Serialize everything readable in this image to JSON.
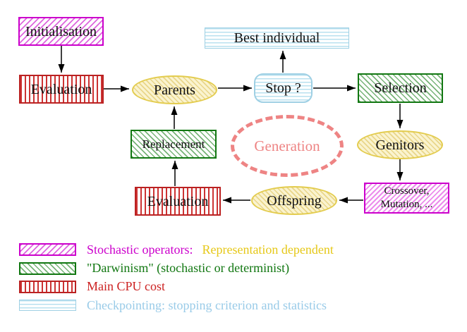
{
  "diagram": {
    "nodes": {
      "initialisation": {
        "label": "Initialisation"
      },
      "evaluation_top": {
        "label": "Evaluation"
      },
      "parents": {
        "label": "Parents"
      },
      "stop": {
        "label": "Stop ?"
      },
      "best_individual": {
        "label": "Best individual"
      },
      "selection": {
        "label": "Selection"
      },
      "genitors": {
        "label": "Genitors"
      },
      "crossover": {
        "label_line1": "Crossover,",
        "label_line2": "Mutation, ..."
      },
      "offspring": {
        "label": "Offspring"
      },
      "evaluation_bottom": {
        "label": "Evaluation"
      },
      "replacement": {
        "label": "Replacement"
      },
      "generation": {
        "label": "Generation"
      }
    },
    "colors": {
      "magenta": "#cc00cc",
      "red": "#bb2222",
      "green": "#117711",
      "cyan": "#9fd0e4",
      "yellow": "#e3cc4e",
      "salmon": "#ee8484",
      "gold": "#e6c818",
      "black": "#111111"
    }
  },
  "legend": {
    "items": [
      {
        "swatch": "magenta-diagonal-hatch",
        "label": "Stochastic operators:",
        "label2": "Representation dependent"
      },
      {
        "swatch": "green-diagonal-hatch",
        "label": "\"Darwinism\" (stochastic or determinist)"
      },
      {
        "swatch": "red-vertical-stripes",
        "label": "Main CPU cost"
      },
      {
        "swatch": "cyan-horizontal-stripes",
        "label": "Checkpointing: stopping criterion and statistics"
      }
    ]
  }
}
